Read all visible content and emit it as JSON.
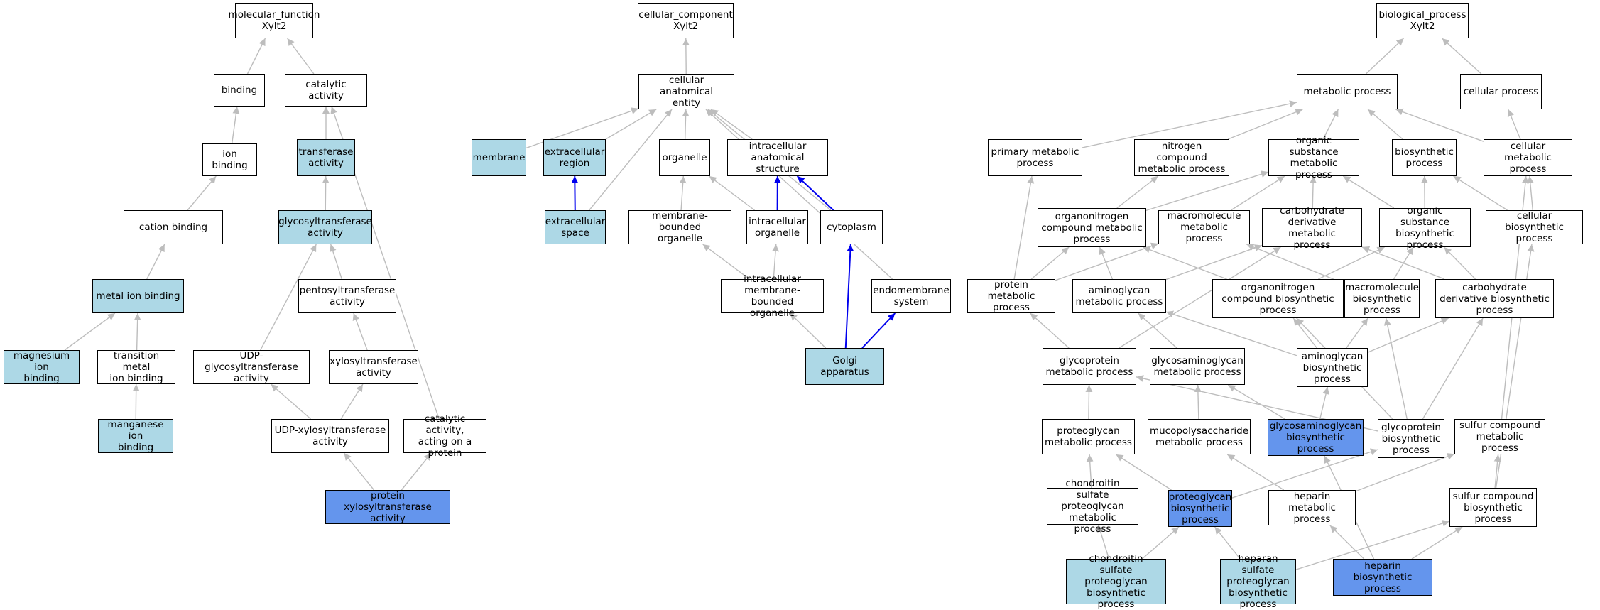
{
  "colors": {
    "edge_gray": "#bdbdbd",
    "edge_blue": "#0000ee",
    "fill_light": "#add8e6",
    "fill_dark": "#6495ed",
    "fill_default": "#ffffff"
  },
  "nodes": [
    {
      "id": "mf_root",
      "label": "molecular_function\nXylt2",
      "fill": "default"
    },
    {
      "id": "binding",
      "label": "binding",
      "fill": "default"
    },
    {
      "id": "catalytic",
      "label": "catalytic activity",
      "fill": "default"
    },
    {
      "id": "ion_binding",
      "label": "ion binding",
      "fill": "default"
    },
    {
      "id": "transferase",
      "label": "transferase\nactivity",
      "fill": "light"
    },
    {
      "id": "cation_binding",
      "label": "cation binding",
      "fill": "default"
    },
    {
      "id": "glycosyltransferase",
      "label": "glycosyltransferase\nactivity",
      "fill": "light"
    },
    {
      "id": "metal_ion",
      "label": "metal ion binding",
      "fill": "light"
    },
    {
      "id": "pentosyltransferase",
      "label": "pentosyltransferase\nactivity",
      "fill": "default"
    },
    {
      "id": "magnesium",
      "label": "magnesium ion\nbinding",
      "fill": "light"
    },
    {
      "id": "transition_metal",
      "label": "transition metal\nion binding",
      "fill": "default"
    },
    {
      "id": "udp_glyco",
      "label": "UDP-glycosyltransferase\nactivity",
      "fill": "default"
    },
    {
      "id": "xylosyltransferase",
      "label": "xylosyltransferase\nactivity",
      "fill": "default"
    },
    {
      "id": "manganese",
      "label": "manganese ion\nbinding",
      "fill": "light"
    },
    {
      "id": "udp_xylo",
      "label": "UDP-xylosyltransferase\nactivity",
      "fill": "default"
    },
    {
      "id": "cat_protein",
      "label": "catalytic activity,\nacting on a\nprotein",
      "fill": "default"
    },
    {
      "id": "protein_xylo",
      "label": "protein xylosyltransferase\nactivity",
      "fill": "dark"
    },
    {
      "id": "cc_root",
      "label": "cellular_component\nXylt2",
      "fill": "default"
    },
    {
      "id": "cae",
      "label": "cellular anatomical\nentity",
      "fill": "default"
    },
    {
      "id": "membrane",
      "label": "membrane",
      "fill": "light"
    },
    {
      "id": "extracellular_region",
      "label": "extracellular\nregion",
      "fill": "light"
    },
    {
      "id": "organelle",
      "label": "organelle",
      "fill": "default"
    },
    {
      "id": "ias",
      "label": "intracellular\nanatomical structure",
      "fill": "default"
    },
    {
      "id": "extracellular_space",
      "label": "extracellular\nspace",
      "fill": "light"
    },
    {
      "id": "mbo",
      "label": "membrane-bounded\norganelle",
      "fill": "default"
    },
    {
      "id": "intra_org",
      "label": "intracellular\norganelle",
      "fill": "default"
    },
    {
      "id": "cytoplasm",
      "label": "cytoplasm",
      "fill": "default"
    },
    {
      "id": "imbo",
      "label": "intracellular\nmembrane-bounded\norganelle",
      "fill": "default"
    },
    {
      "id": "endomembrane",
      "label": "endomembrane\nsystem",
      "fill": "default"
    },
    {
      "id": "golgi",
      "label": "Golgi apparatus",
      "fill": "light"
    },
    {
      "id": "bp_root",
      "label": "biological_process\nXylt2",
      "fill": "default"
    },
    {
      "id": "metabolic",
      "label": "metabolic process",
      "fill": "default"
    },
    {
      "id": "cellular_process",
      "label": "cellular process",
      "fill": "default"
    },
    {
      "id": "primary_met",
      "label": "primary metabolic\nprocess",
      "fill": "default"
    },
    {
      "id": "nitrogen_met",
      "label": "nitrogen compound\nmetabolic process",
      "fill": "default"
    },
    {
      "id": "organic_met",
      "label": "organic substance\nmetabolic process",
      "fill": "default"
    },
    {
      "id": "biosynthetic",
      "label": "biosynthetic\nprocess",
      "fill": "default"
    },
    {
      "id": "cellular_met",
      "label": "cellular metabolic\nprocess",
      "fill": "default"
    },
    {
      "id": "organonitrogen_met",
      "label": "organonitrogen\ncompound metabolic\nprocess",
      "fill": "default"
    },
    {
      "id": "macromolecule_met",
      "label": "macromolecule\nmetabolic process",
      "fill": "default"
    },
    {
      "id": "carb_deriv_met",
      "label": "carbohydrate\nderivative metabolic\nprocess",
      "fill": "default"
    },
    {
      "id": "organic_bio",
      "label": "organic substance\nbiosynthetic\nprocess",
      "fill": "default"
    },
    {
      "id": "cellular_bio",
      "label": "cellular biosynthetic\nprocess",
      "fill": "default"
    },
    {
      "id": "protein_met",
      "label": "protein metabolic\nprocess",
      "fill": "default"
    },
    {
      "id": "aminoglycan_met",
      "label": "aminoglycan\nmetabolic process",
      "fill": "default"
    },
    {
      "id": "organonitrogen_bio",
      "label": "organonitrogen\ncompound biosynthetic\nprocess",
      "fill": "default"
    },
    {
      "id": "macromolecule_bio",
      "label": "macromolecule\nbiosynthetic\nprocess",
      "fill": "default"
    },
    {
      "id": "carb_deriv_bio",
      "label": "carbohydrate\nderivative biosynthetic\nprocess",
      "fill": "default"
    },
    {
      "id": "glycoprotein_met",
      "label": "glycoprotein\nmetabolic process",
      "fill": "default"
    },
    {
      "id": "gag_met",
      "label": "glycosaminoglycan\nmetabolic process",
      "fill": "default"
    },
    {
      "id": "aminoglycan_bio",
      "label": "aminoglycan\nbiosynthetic\nprocess",
      "fill": "default"
    },
    {
      "id": "proteoglycan_met",
      "label": "proteoglycan\nmetabolic process",
      "fill": "default"
    },
    {
      "id": "mucopoly_met",
      "label": "mucopolysaccharide\nmetabolic process",
      "fill": "default"
    },
    {
      "id": "gag_bio",
      "label": "glycosaminoglycan\nbiosynthetic\nprocess",
      "fill": "dark"
    },
    {
      "id": "glycoprotein_bio",
      "label": "glycoprotein\nbiosynthetic\nprocess",
      "fill": "default"
    },
    {
      "id": "sulfur_met",
      "label": "sulfur compound\nmetabolic process",
      "fill": "default"
    },
    {
      "id": "chondroitin_met",
      "label": "chondroitin\nsulfate proteoglycan\nmetabolic process",
      "fill": "default"
    },
    {
      "id": "proteoglycan_bio",
      "label": "proteoglycan\nbiosynthetic\nprocess",
      "fill": "dark"
    },
    {
      "id": "heparin_met",
      "label": "heparin metabolic\nprocess",
      "fill": "default"
    },
    {
      "id": "sulfur_bio",
      "label": "sulfur compound\nbiosynthetic\nprocess",
      "fill": "default"
    },
    {
      "id": "chondroitin_bio",
      "label": "chondroitin\nsulfate proteoglycan\nbiosynthetic\nprocess",
      "fill": "light"
    },
    {
      "id": "heparan_bio",
      "label": "heparan sulfate\nproteoglycan\nbiosynthetic\nprocess",
      "fill": "light"
    },
    {
      "id": "heparin_bio",
      "label": "heparin biosynthetic\nprocess",
      "fill": "dark"
    }
  ],
  "edges": [
    {
      "from": "binding",
      "to": "mf_root",
      "color": "gray"
    },
    {
      "from": "catalytic",
      "to": "mf_root",
      "color": "gray"
    },
    {
      "from": "ion_binding",
      "to": "binding",
      "color": "gray"
    },
    {
      "from": "transferase",
      "to": "catalytic",
      "color": "gray"
    },
    {
      "from": "cation_binding",
      "to": "ion_binding",
      "color": "gray"
    },
    {
      "from": "glycosyltransferase",
      "to": "transferase",
      "color": "gray"
    },
    {
      "from": "metal_ion",
      "to": "cation_binding",
      "color": "gray"
    },
    {
      "from": "pentosyltransferase",
      "to": "glycosyltransferase",
      "color": "gray"
    },
    {
      "from": "magnesium",
      "to": "metal_ion",
      "color": "gray"
    },
    {
      "from": "transition_metal",
      "to": "metal_ion",
      "color": "gray"
    },
    {
      "from": "udp_glyco",
      "to": "glycosyltransferase",
      "color": "gray"
    },
    {
      "from": "xylosyltransferase",
      "to": "pentosyltransferase",
      "color": "gray"
    },
    {
      "from": "manganese",
      "to": "transition_metal",
      "color": "gray"
    },
    {
      "from": "udp_xylo",
      "to": "udp_glyco",
      "color": "gray"
    },
    {
      "from": "udp_xylo",
      "to": "xylosyltransferase",
      "color": "gray"
    },
    {
      "from": "cat_protein",
      "to": "catalytic",
      "color": "gray"
    },
    {
      "from": "protein_xylo",
      "to": "udp_xylo",
      "color": "gray"
    },
    {
      "from": "protein_xylo",
      "to": "cat_protein",
      "color": "gray"
    },
    {
      "from": "cae",
      "to": "cc_root",
      "color": "gray"
    },
    {
      "from": "membrane",
      "to": "cae",
      "color": "gray"
    },
    {
      "from": "extracellular_region",
      "to": "cae",
      "color": "gray"
    },
    {
      "from": "organelle",
      "to": "cae",
      "color": "gray"
    },
    {
      "from": "ias",
      "to": "cae",
      "color": "gray"
    },
    {
      "from": "extracellular_space",
      "to": "cae",
      "color": "gray"
    },
    {
      "from": "cytoplasm",
      "to": "cae",
      "color": "gray"
    },
    {
      "from": "endomembrane",
      "to": "cae",
      "color": "gray"
    },
    {
      "from": "extracellular_space",
      "to": "extracellular_region",
      "color": "blue"
    },
    {
      "from": "mbo",
      "to": "organelle",
      "color": "gray"
    },
    {
      "from": "intra_org",
      "to": "organelle",
      "color": "gray"
    },
    {
      "from": "intra_org",
      "to": "ias",
      "color": "blue"
    },
    {
      "from": "cytoplasm",
      "to": "ias",
      "color": "blue"
    },
    {
      "from": "imbo",
      "to": "mbo",
      "color": "gray"
    },
    {
      "from": "imbo",
      "to": "intra_org",
      "color": "gray"
    },
    {
      "from": "golgi",
      "to": "imbo",
      "color": "gray"
    },
    {
      "from": "golgi",
      "to": "cytoplasm",
      "color": "blue"
    },
    {
      "from": "golgi",
      "to": "endomembrane",
      "color": "blue"
    },
    {
      "from": "metabolic",
      "to": "bp_root",
      "color": "gray"
    },
    {
      "from": "cellular_process",
      "to": "bp_root",
      "color": "gray"
    },
    {
      "from": "primary_met",
      "to": "metabolic",
      "color": "gray"
    },
    {
      "from": "nitrogen_met",
      "to": "metabolic",
      "color": "gray"
    },
    {
      "from": "organic_met",
      "to": "metabolic",
      "color": "gray"
    },
    {
      "from": "biosynthetic",
      "to": "metabolic",
      "color": "gray"
    },
    {
      "from": "cellular_met",
      "to": "metabolic",
      "color": "gray"
    },
    {
      "from": "cellular_met",
      "to": "cellular_process",
      "color": "gray"
    },
    {
      "from": "organonitrogen_met",
      "to": "nitrogen_met",
      "color": "gray"
    },
    {
      "from": "organonitrogen_met",
      "to": "organic_met",
      "color": "gray"
    },
    {
      "from": "macromolecule_met",
      "to": "organic_met",
      "color": "gray"
    },
    {
      "from": "carb_deriv_met",
      "to": "organic_met",
      "color": "gray"
    },
    {
      "from": "organic_bio",
      "to": "organic_met",
      "color": "gray"
    },
    {
      "from": "organic_bio",
      "to": "biosynthetic",
      "color": "gray"
    },
    {
      "from": "cellular_bio",
      "to": "biosynthetic",
      "color": "gray"
    },
    {
      "from": "cellular_bio",
      "to": "cellular_met",
      "color": "gray"
    },
    {
      "from": "protein_met",
      "to": "primary_met",
      "color": "gray"
    },
    {
      "from": "protein_met",
      "to": "organonitrogen_met",
      "color": "gray"
    },
    {
      "from": "protein_met",
      "to": "macromolecule_met",
      "color": "gray"
    },
    {
      "from": "aminoglycan_met",
      "to": "organonitrogen_met",
      "color": "gray"
    },
    {
      "from": "aminoglycan_met",
      "to": "carb_deriv_met",
      "color": "gray"
    },
    {
      "from": "organonitrogen_bio",
      "to": "organonitrogen_met",
      "color": "gray"
    },
    {
      "from": "organonitrogen_bio",
      "to": "organic_bio",
      "color": "gray"
    },
    {
      "from": "macromolecule_bio",
      "to": "macromolecule_met",
      "color": "gray"
    },
    {
      "from": "macromolecule_bio",
      "to": "organic_bio",
      "color": "gray"
    },
    {
      "from": "carb_deriv_bio",
      "to": "carb_deriv_met",
      "color": "gray"
    },
    {
      "from": "carb_deriv_bio",
      "to": "organic_bio",
      "color": "gray"
    },
    {
      "from": "glycoprotein_met",
      "to": "protein_met",
      "color": "gray"
    },
    {
      "from": "glycoprotein_met",
      "to": "carb_deriv_met",
      "color": "gray"
    },
    {
      "from": "gag_met",
      "to": "aminoglycan_met",
      "color": "gray"
    },
    {
      "from": "aminoglycan_bio",
      "to": "aminoglycan_met",
      "color": "gray"
    },
    {
      "from": "aminoglycan_bio",
      "to": "organonitrogen_bio",
      "color": "gray"
    },
    {
      "from": "aminoglycan_bio",
      "to": "macromolecule_bio",
      "color": "gray"
    },
    {
      "from": "aminoglycan_bio",
      "to": "carb_deriv_bio",
      "color": "gray"
    },
    {
      "from": "proteoglycan_met",
      "to": "glycoprotein_met",
      "color": "gray"
    },
    {
      "from": "mucopoly_met",
      "to": "gag_met",
      "color": "gray"
    },
    {
      "from": "gag_bio",
      "to": "gag_met",
      "color": "gray"
    },
    {
      "from": "gag_bio",
      "to": "aminoglycan_bio",
      "color": "gray"
    },
    {
      "from": "glycoprotein_bio",
      "to": "glycoprotein_met",
      "color": "gray"
    },
    {
      "from": "glycoprotein_bio",
      "to": "organonitrogen_bio",
      "color": "gray"
    },
    {
      "from": "glycoprotein_bio",
      "to": "macromolecule_bio",
      "color": "gray"
    },
    {
      "from": "glycoprotein_bio",
      "to": "carb_deriv_bio",
      "color": "gray"
    },
    {
      "from": "sulfur_met",
      "to": "cellular_met",
      "color": "gray"
    },
    {
      "from": "chondroitin_met",
      "to": "proteoglycan_met",
      "color": "gray"
    },
    {
      "from": "proteoglycan_bio",
      "to": "proteoglycan_met",
      "color": "gray"
    },
    {
      "from": "proteoglycan_bio",
      "to": "glycoprotein_bio",
      "color": "gray"
    },
    {
      "from": "heparin_met",
      "to": "mucopoly_met",
      "color": "gray"
    },
    {
      "from": "heparin_met",
      "to": "sulfur_met",
      "color": "gray"
    },
    {
      "from": "sulfur_bio",
      "to": "sulfur_met",
      "color": "gray"
    },
    {
      "from": "sulfur_bio",
      "to": "cellular_bio",
      "color": "gray"
    },
    {
      "from": "chondroitin_bio",
      "to": "chondroitin_met",
      "color": "gray"
    },
    {
      "from": "chondroitin_bio",
      "to": "proteoglycan_bio",
      "color": "gray"
    },
    {
      "from": "heparan_bio",
      "to": "proteoglycan_bio",
      "color": "gray"
    },
    {
      "from": "heparan_bio",
      "to": "sulfur_bio",
      "color": "gray"
    },
    {
      "from": "heparin_bio",
      "to": "heparin_met",
      "color": "gray"
    },
    {
      "from": "heparin_bio",
      "to": "sulfur_bio",
      "color": "gray"
    },
    {
      "from": "heparin_bio",
      "to": "gag_bio",
      "color": "gray"
    }
  ]
}
